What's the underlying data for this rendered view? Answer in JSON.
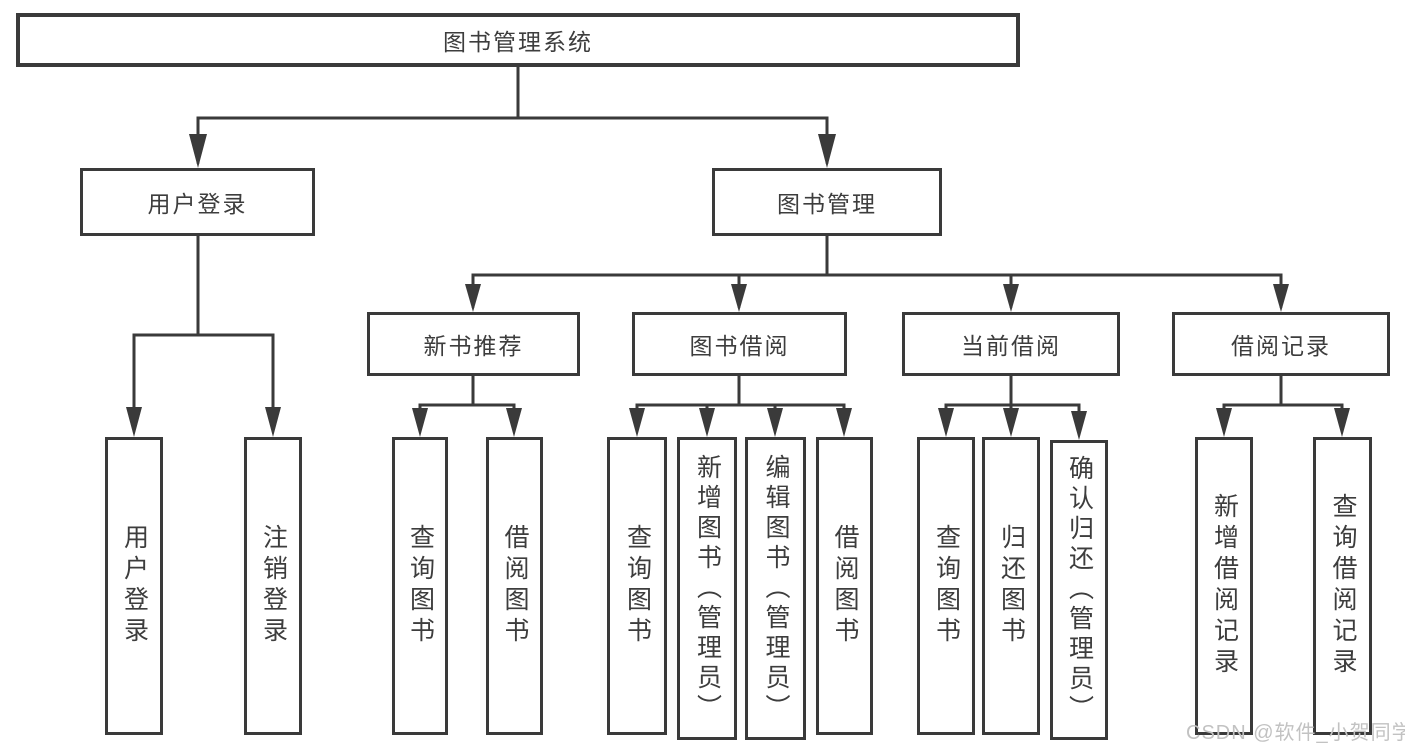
{
  "tree": {
    "root": "图书管理系统",
    "children": [
      {
        "label": "用户登录",
        "children": [
          {
            "label": "用户登录"
          },
          {
            "label": "注销登录"
          }
        ]
      },
      {
        "label": "图书管理",
        "children": [
          {
            "label": "新书推荐",
            "children": [
              {
                "label": "查询图书"
              },
              {
                "label": "借阅图书"
              }
            ]
          },
          {
            "label": "图书借阅",
            "children": [
              {
                "label": "查询图书"
              },
              {
                "label": "新增图书（管理员）"
              },
              {
                "label": "编辑图书（管理员）"
              },
              {
                "label": "借阅图书"
              }
            ]
          },
          {
            "label": "当前借阅",
            "children": [
              {
                "label": "查询图书"
              },
              {
                "label": "归还图书"
              },
              {
                "label": "确认归还（管理员）"
              }
            ]
          },
          {
            "label": "借阅记录",
            "children": [
              {
                "label": "新增借阅记录"
              },
              {
                "label": "查询借阅记录"
              }
            ]
          }
        ]
      }
    ]
  },
  "watermark": {
    "text": "CSDN @软件_小贺同学"
  },
  "colors": {
    "line": "#3a3a3a",
    "text": "#3d3d3d",
    "background": "#ffffff",
    "watermark": "#c2c2c2"
  }
}
